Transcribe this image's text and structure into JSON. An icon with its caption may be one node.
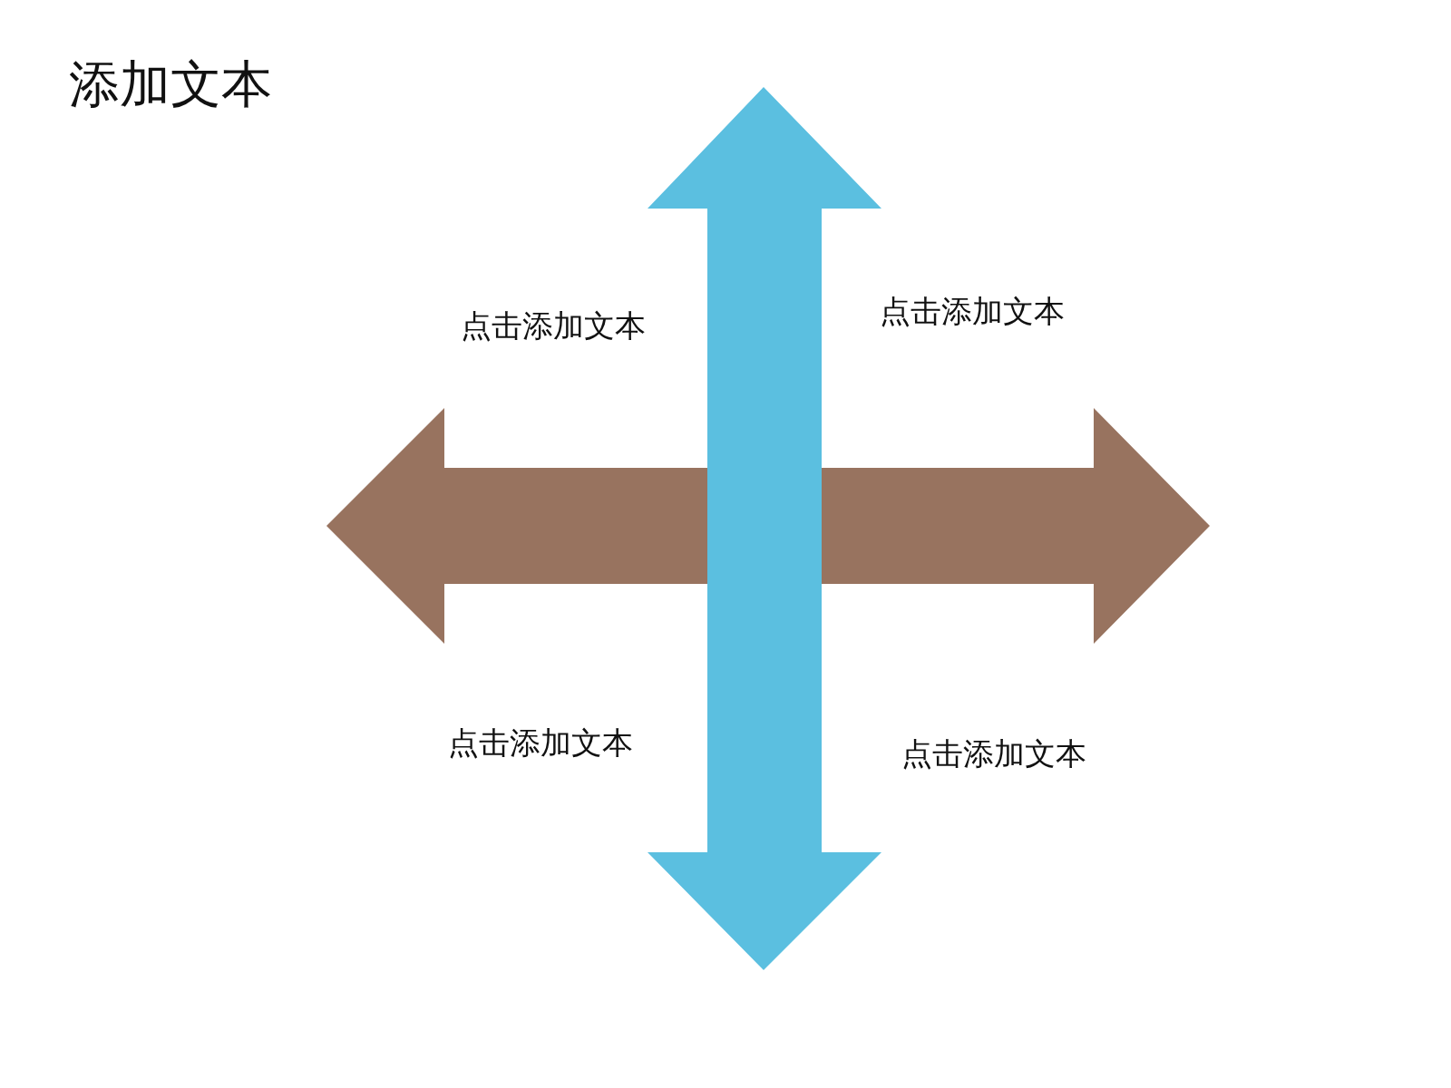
{
  "diagram": {
    "title": "添加文本",
    "labels": [
      "点击添加文本",
      "点击添加文本",
      "点击添加文本",
      "点击添加文本"
    ]
  }
}
